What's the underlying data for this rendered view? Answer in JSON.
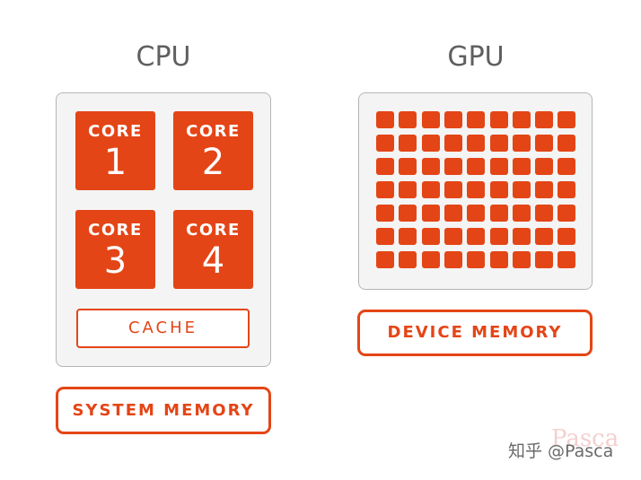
{
  "cpu": {
    "title": "CPU",
    "cores": [
      {
        "label": "CORE",
        "number": "1"
      },
      {
        "label": "CORE",
        "number": "2"
      },
      {
        "label": "CORE",
        "number": "3"
      },
      {
        "label": "CORE",
        "number": "4"
      }
    ],
    "cache_label": "CACHE",
    "memory_label": "SYSTEM MEMORY"
  },
  "gpu": {
    "title": "GPU",
    "core_grid": {
      "columns": 9,
      "rows": 7
    },
    "memory_label": "DEVICE MEMORY"
  },
  "watermark": {
    "text": "知乎 @Pasca",
    "overlay_text": "Pasca"
  },
  "colors": {
    "accent": "#e44516",
    "panel_background": "#f4f4f4",
    "panel_border": "#b5b5b5",
    "title_text": "#5f5f5f"
  }
}
